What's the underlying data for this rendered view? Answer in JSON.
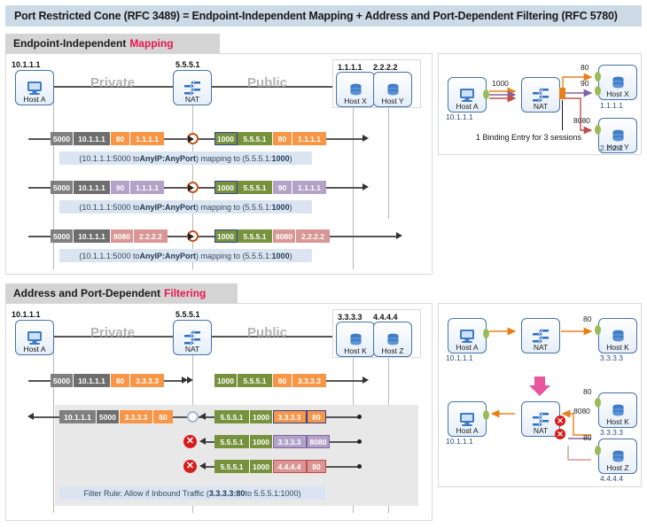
{
  "title": "Port Restricted Cone (RFC 3489) = Endpoint-Independent Mapping + Address and Port-Dependent Filtering (RFC 5780)",
  "sections": [
    {
      "id": "eim",
      "head_normal": "Endpoint-Independent",
      "head_accent": "Mapping"
    },
    {
      "id": "apdf",
      "head_normal": "Address and Port-Dependent",
      "head_accent": "Filtering"
    }
  ],
  "zones": {
    "private": "Private",
    "public": "Public"
  },
  "nodes": {
    "host_a": {
      "label": "Host A",
      "ip": "10.1.1.1",
      "icon": "desktop-icon"
    },
    "nat": {
      "label": "NAT",
      "ip": "5.5.5.1",
      "icon": "nat-arrows-icon"
    },
    "host_x": {
      "label": "Host X",
      "ip": "1.1.1.1",
      "icon": "server-icon"
    },
    "host_y": {
      "label": "Host Y",
      "ip": "2.2.2.2",
      "icon": "server-icon"
    },
    "host_k": {
      "label": "Host K",
      "ip": "3.3.3.3",
      "icon": "server-icon"
    },
    "host_z": {
      "label": "Host Z",
      "ip": "4.4.4.4",
      "icon": "server-icon"
    }
  },
  "eim": {
    "flows": [
      {
        "inside": [
          {
            "text": "5000",
            "color": "gray"
          },
          {
            "text": "10.1.1.1",
            "color": "dgray"
          },
          {
            "text": "80",
            "color": "orange"
          },
          {
            "text": "1.1.1.1",
            "color": "orange"
          }
        ],
        "outside": [
          {
            "text": "1000",
            "color": "green",
            "highlight": "blue"
          },
          {
            "text": "5.5.5.1",
            "color": "green"
          },
          {
            "text": "80",
            "color": "orange"
          },
          {
            "text": "1.1.1.1",
            "color": "orange"
          }
        ],
        "caption_pre": "(10.1.1.1:5000 to ",
        "caption_bold": "AnyIP:AnyPort",
        "caption_mid": ") mapping to (5.5.5.1:",
        "caption_bold2": "1000",
        "caption_post": ")"
      },
      {
        "inside": [
          {
            "text": "5000",
            "color": "gray"
          },
          {
            "text": "10.1.1.1",
            "color": "dgray"
          },
          {
            "text": "90",
            "color": "purple"
          },
          {
            "text": "1.1.1.1",
            "color": "purple"
          }
        ],
        "outside": [
          {
            "text": "1000",
            "color": "green",
            "highlight": "blue"
          },
          {
            "text": "5.5.5.1",
            "color": "green"
          },
          {
            "text": "90",
            "color": "purple"
          },
          {
            "text": "1.1.1.1",
            "color": "purple"
          }
        ],
        "caption_pre": "(10.1.1.1:5000 to ",
        "caption_bold": "AnyIP:AnyPort",
        "caption_mid": ") mapping to (5.5.5.1:",
        "caption_bold2": "1000",
        "caption_post": ")"
      },
      {
        "inside": [
          {
            "text": "5000",
            "color": "gray"
          },
          {
            "text": "10.1.1.1",
            "color": "dgray"
          },
          {
            "text": "8080",
            "color": "salmon"
          },
          {
            "text": "2.2.2.2",
            "color": "salmon"
          }
        ],
        "outside": [
          {
            "text": "1000",
            "color": "green",
            "highlight": "blue"
          },
          {
            "text": "5.5.5.1",
            "color": "green"
          },
          {
            "text": "8080",
            "color": "salmon"
          },
          {
            "text": "2.2.2.2",
            "color": "salmon"
          }
        ],
        "caption_pre": "(10.1.1.1:5000 to ",
        "caption_bold": "AnyIP:AnyPort",
        "caption_mid": ") mapping to (5.5.5.1:",
        "caption_bold2": "1000",
        "caption_post": ")"
      }
    ],
    "right_panel": {
      "binding_label": "1000",
      "port_labels": [
        "80",
        "90",
        "8080"
      ],
      "note": "1 Binding Entry for 3 sessions"
    }
  },
  "apdf": {
    "outbound": {
      "inside": [
        {
          "text": "5000",
          "color": "gray"
        },
        {
          "text": "10.1.1.1",
          "color": "dgray"
        },
        {
          "text": "80",
          "color": "orange"
        },
        {
          "text": "3.3.3.3",
          "color": "orange"
        }
      ],
      "outside": [
        {
          "text": "1000",
          "color": "green"
        },
        {
          "text": "5.5.5.1",
          "color": "green"
        },
        {
          "text": "80",
          "color": "orange"
        },
        {
          "text": "3.3.3.3",
          "color": "orange"
        }
      ]
    },
    "inbound": [
      {
        "allowed": true,
        "outside": [
          {
            "text": "5.5.5.1",
            "color": "green"
          },
          {
            "text": "1000",
            "color": "green"
          },
          {
            "text": "3.3.3.3",
            "color": "orange",
            "highlight": "blue"
          },
          {
            "text": "80",
            "color": "orange",
            "highlight": "blue"
          }
        ],
        "inside": [
          {
            "text": "10.1.1.1",
            "color": "gray"
          },
          {
            "text": "5000",
            "color": "dgray"
          },
          {
            "text": "3.3.3.3",
            "color": "orange"
          },
          {
            "text": "80",
            "color": "orange"
          }
        ]
      },
      {
        "allowed": false,
        "outside": [
          {
            "text": "5.5.5.1",
            "color": "green"
          },
          {
            "text": "1000",
            "color": "green"
          },
          {
            "text": "3.3.3.3",
            "color": "purple",
            "highlight": "pur"
          },
          {
            "text": "8080",
            "color": "purple",
            "highlight": "pur"
          }
        ],
        "inside": []
      },
      {
        "allowed": false,
        "outside": [
          {
            "text": "5.5.5.1",
            "color": "green"
          },
          {
            "text": "1000",
            "color": "green"
          },
          {
            "text": "4.4.4.4",
            "color": "salmon",
            "highlight": "red"
          },
          {
            "text": "80",
            "color": "salmon",
            "highlight": "red"
          }
        ],
        "inside": []
      }
    ],
    "filter_rule": {
      "pre": "Filter Rule: Allow if Inbound Traffic (",
      "bold": "3.3.3.3:80",
      "post": " to 5.5.5.1:1000)"
    },
    "right_panel": {
      "top_port": "80",
      "bottom_ports": [
        "80",
        "8080",
        "80"
      ]
    }
  }
}
